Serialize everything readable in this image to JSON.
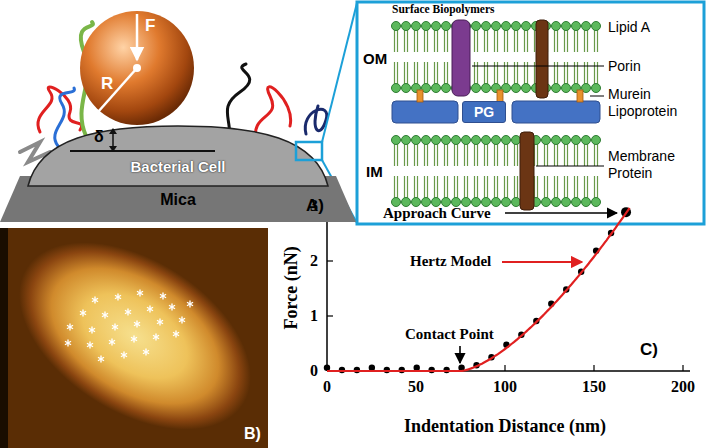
{
  "diagram": {
    "nodes": [
      {
        "text": [
          "Bacterial Cell"
        ]
      },
      {
        "text": [
          "Mica"
        ]
      },
      {
        "text": [
          "PG"
        ]
      }
    ],
    "labels": [
      "A)",
      "F",
      "R",
      "δ",
      "Surface Biopolymers",
      "Lipid A",
      "Porin",
      "Murein Lipoprotein",
      "Membrane Protein",
      "OM",
      "IM",
      "B)",
      "Approach Curve",
      "Hertz Model",
      "Contact Point",
      "3",
      "2",
      "1",
      "0",
      "0",
      "50",
      "100",
      "150",
      "200",
      "Force (nN)",
      "Indentation Distance (nm)",
      "C)"
    ]
  }
}
